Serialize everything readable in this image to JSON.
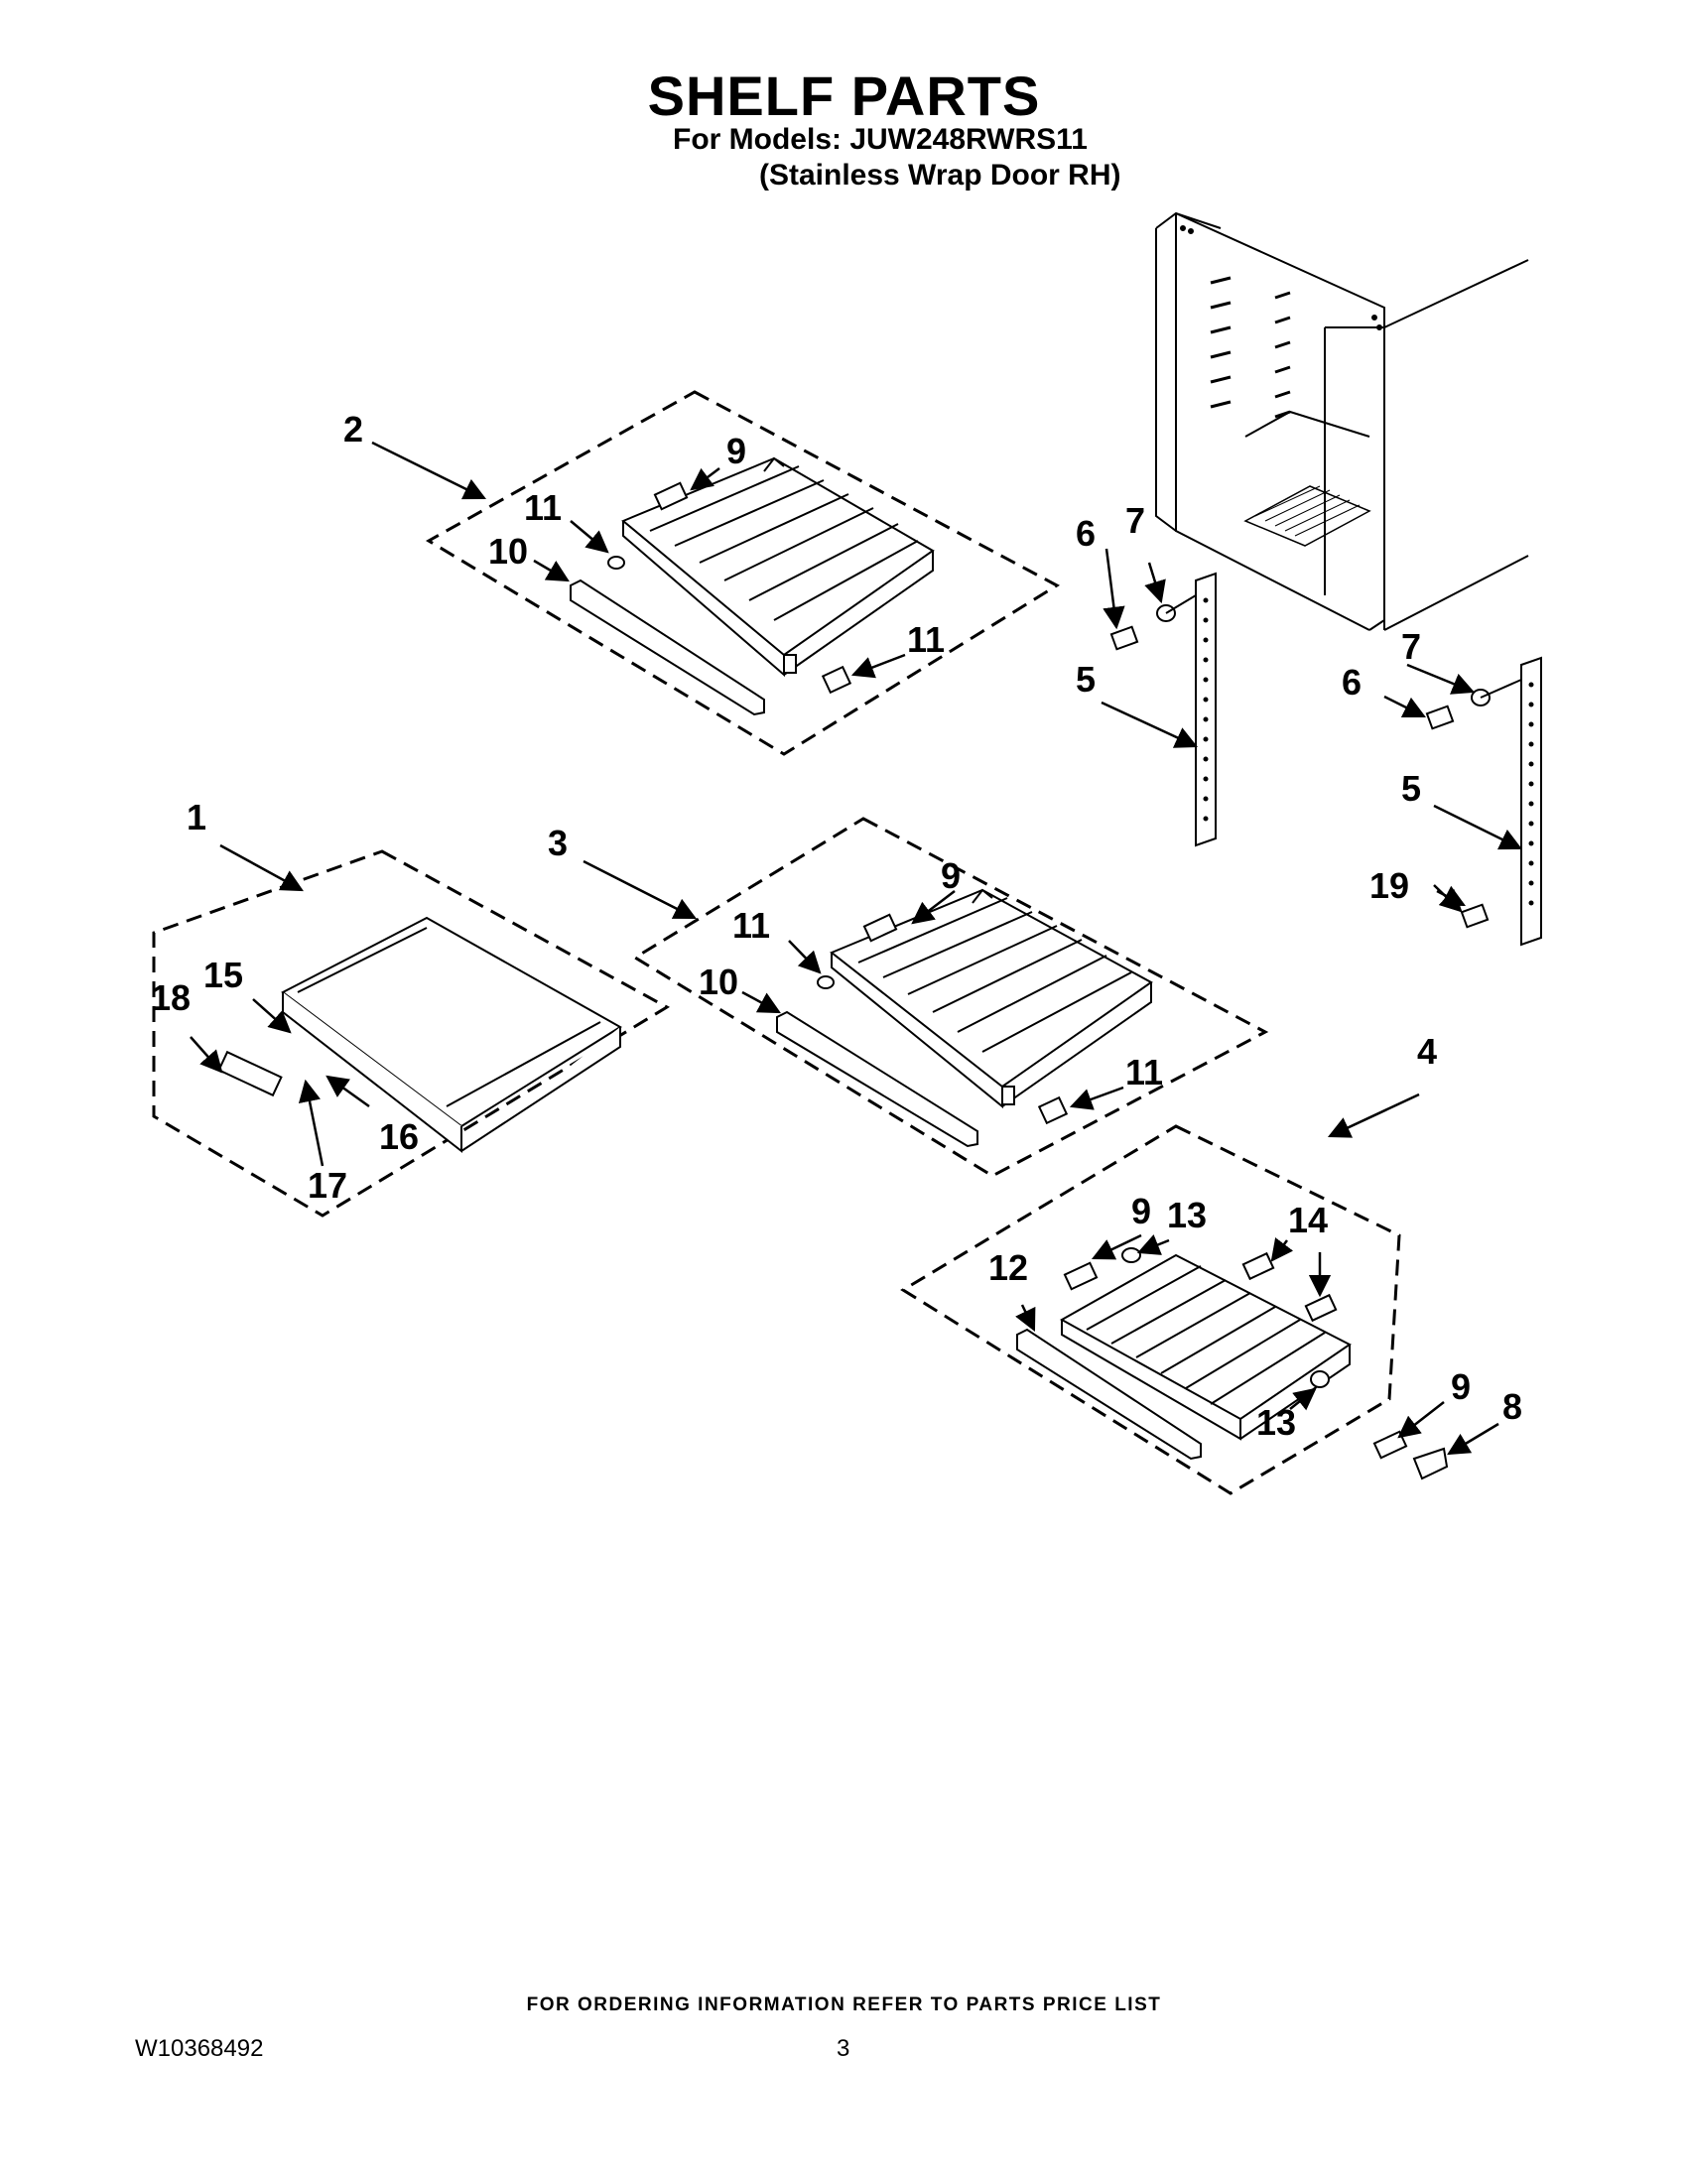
{
  "header": {
    "title": "SHELF PARTS",
    "models_line": "For Models: JUW248RWRS11",
    "variant_line": "(Stainless Wrap Door RH)"
  },
  "callouts": {
    "c1": "1",
    "c2": "2",
    "c3": "3",
    "c4": "4",
    "c5a": "5",
    "c5b": "5",
    "c6a": "6",
    "c6b": "6",
    "c7a": "7",
    "c7b": "7",
    "c8": "8",
    "c9a": "9",
    "c9b": "9",
    "c9c": "9",
    "c9d": "9",
    "c10a": "10",
    "c10b": "10",
    "c11a": "11",
    "c11b": "11",
    "c11c": "11",
    "c11d": "11",
    "c12": "12",
    "c13a": "13",
    "c13b": "13",
    "c14": "14",
    "c15": "15",
    "c16": "16",
    "c17": "17",
    "c18": "18",
    "c19": "19"
  },
  "footer": {
    "ordering_note": "FOR ORDERING INFORMATION REFER TO PARTS PRICE LIST",
    "doc_number": "W10368492",
    "page_number": "3"
  }
}
